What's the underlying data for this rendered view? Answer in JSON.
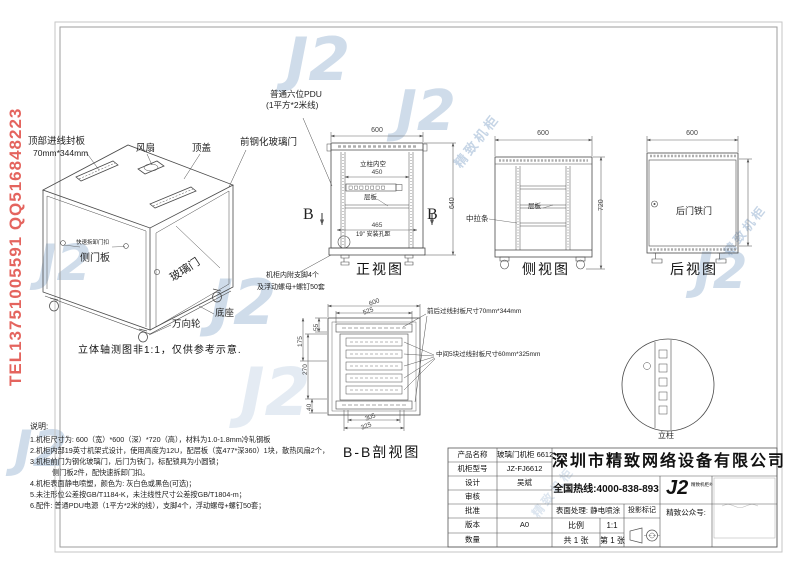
{
  "meta": {
    "tel_qq": "TEL13751005591 QQ516848223"
  },
  "watermark": {
    "logo": "J2",
    "brand": "精致机柜"
  },
  "iso": {
    "caption": "立体轴测图非1:1，仅供参考示意.",
    "labels": {
      "top_panel": "顶部进线封板",
      "top_panel_size": "70mm*344mm",
      "fan": "风扇",
      "top_cover": "顶盖",
      "front_glass_door": "前钢化玻璃门",
      "quick_latch": "快速拆卸门扣",
      "side_panel": "侧门板",
      "glass_door": "玻璃门",
      "base": "底座",
      "caster": "万向轮"
    }
  },
  "pdu": {
    "line1": "普通六位PDU",
    "line2": "(1平方*2米线)"
  },
  "front": {
    "caption": "正视图",
    "dim_width": "600",
    "dim_inner": "450",
    "dim_mount": "465",
    "dim_height": "640",
    "inner_space": "立柱内空",
    "shelf": "层板",
    "mount_holes": "19\" 安装孔距",
    "section_b": "B",
    "feet_note1": "机柜内附支脚4个",
    "feet_note2": "及浮动螺母+螺钉50套"
  },
  "side": {
    "caption": "侧视图",
    "dim_width": "600",
    "dim_height": "720",
    "tie_bar": "中拉条",
    "shelf": "层板"
  },
  "rear": {
    "caption": "后视图",
    "dim_width": "600",
    "door": "后门铁门"
  },
  "section": {
    "caption": "B-B剖视图",
    "dim_width": "600",
    "dim_inner": "525",
    "dim_55": "55",
    "dim_175": "175",
    "dim_270": "270",
    "dim_40": "40",
    "dim_305": "305",
    "dim_325": "325",
    "note_top": "前后过线封板尺寸70mm*344mm",
    "note_mid": "中间5块过线封板尺寸60mm*325mm"
  },
  "detail": {
    "label": "立柱"
  },
  "notes": {
    "title": "说明:",
    "lines": [
      "1.机柜尺寸为: 600（宽）*600（深）*720（高），材料为1.0-1.8mm冷轧钢板",
      "2.机柜内部19英寸机架式设计，使用高度为12U，配层板（宽477*深360）1块，散热风扇2个，",
      "3.机柜前门为钢化玻璃门，后门为铁门，标配锁具为小圆锁；",
      "侧门板2件，配快速拆卸门扣。",
      "4.机柜表面静电喷塑，颜色为: 灰白色或黑色(可选)；",
      "5.未注形位公差按GB/T1184-K，未注线性尺寸公差按GB/T1804-m；",
      "6.配件: 普通PDU电源（1平方*2米的线），支脚4个，浮动螺母+螺钉50套；"
    ]
  },
  "tb": {
    "rows": [
      {
        "label": "产品名称",
        "value": "玻璃门机柜 6612"
      },
      {
        "label": "机柜型号",
        "value": "JZ-FJ6612"
      },
      {
        "label": "设计",
        "value": "吴斌"
      },
      {
        "label": "审核",
        "value": ""
      },
      {
        "label": "批准",
        "value": ""
      },
      {
        "label": "版本",
        "value": "A0"
      },
      {
        "label": "数量",
        "value": ""
      }
    ],
    "company": "深圳市精致网络设备有限公司",
    "hotline": "全国热线:4000-838-893",
    "surface": "表面处理: 静电喷涂",
    "projection": "投影标记",
    "scale_label": "比例",
    "scale_value": "1:1",
    "sheets": "共 1 张",
    "sheet_no": "第 1 张",
    "wechat": "精致公众号:",
    "logo": "J2",
    "logo_caption": "精致机柜®"
  }
}
